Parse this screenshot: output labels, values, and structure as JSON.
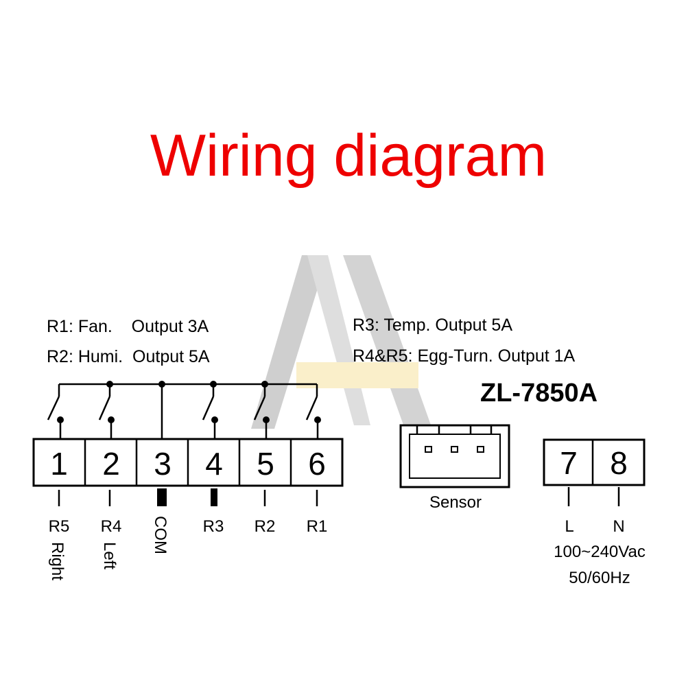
{
  "title": "Wiring diagram",
  "model": "ZL-7850A",
  "notes": {
    "r1": "R1: Fan.    Output 3A",
    "r2": "R2: Humi.  Output 5A",
    "r3": "R3: Temp. Output 5A",
    "r45": "R4&R5: Egg-Turn. Output 1A"
  },
  "relay_terminals": [
    {
      "number": "1",
      "label": "R5",
      "sub": "Right"
    },
    {
      "number": "2",
      "label": "R4",
      "sub": "Left"
    },
    {
      "number": "3",
      "label": "COM",
      "sub": ""
    },
    {
      "number": "4",
      "label": "R3",
      "sub": ""
    },
    {
      "number": "5",
      "label": "R2",
      "sub": ""
    },
    {
      "number": "6",
      "label": "R1",
      "sub": ""
    }
  ],
  "sensor": {
    "label": "Sensor"
  },
  "power_terminals": [
    {
      "number": "7",
      "label": "L"
    },
    {
      "number": "8",
      "label": "N"
    }
  ],
  "power_spec": {
    "voltage": "100~240Vac",
    "frequency": "50/60Hz"
  },
  "colors": {
    "title": "#ee0000",
    "watermark_gray": "#b4b4b4",
    "watermark_yellow": "#f7e6a6"
  }
}
